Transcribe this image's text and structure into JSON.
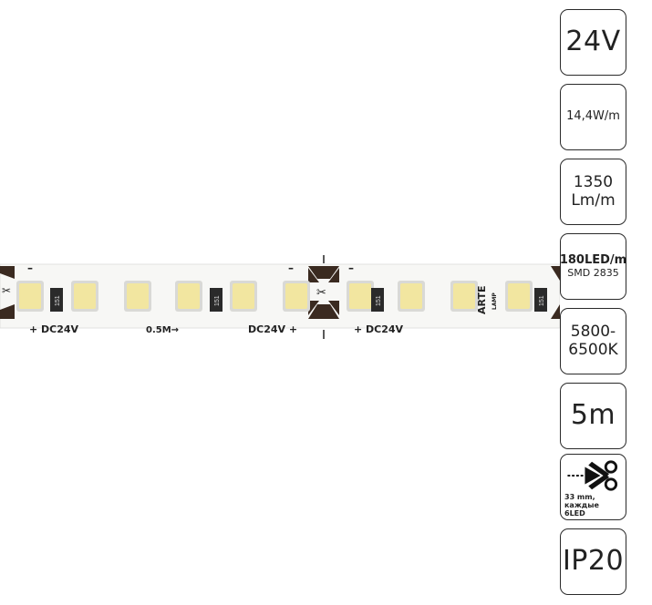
{
  "strip": {
    "labels": {
      "dc_left": "+ DC24V",
      "length_marker": "0.5M→",
      "dc_mid": "DC24V +",
      "dc_right": "+ DC24V",
      "minus": "–",
      "resistor": "151",
      "brand": "ARTE",
      "brand_sub": "LAMP"
    },
    "colors": {
      "pcb": "#f7f7f5",
      "led_frame": "#d9d9d6",
      "led_phosphor": "#f2e6a0",
      "pad": "#3a2a20",
      "resistor": "#2a2a2a"
    }
  },
  "specs": {
    "voltage": "24V",
    "power": "14,4W/m",
    "lumen_line1": "1350",
    "lumen_line2": "Lm/m",
    "led_line1": "180LED/m",
    "led_line2": "SMD 2835",
    "cct_line1": "5800-",
    "cct_line2": "6500K",
    "length": "5m",
    "cut_icon": "scissors-icon",
    "cut_line1": "33 mm, каждые",
    "cut_line2": "6LED",
    "ip": "IP20"
  }
}
